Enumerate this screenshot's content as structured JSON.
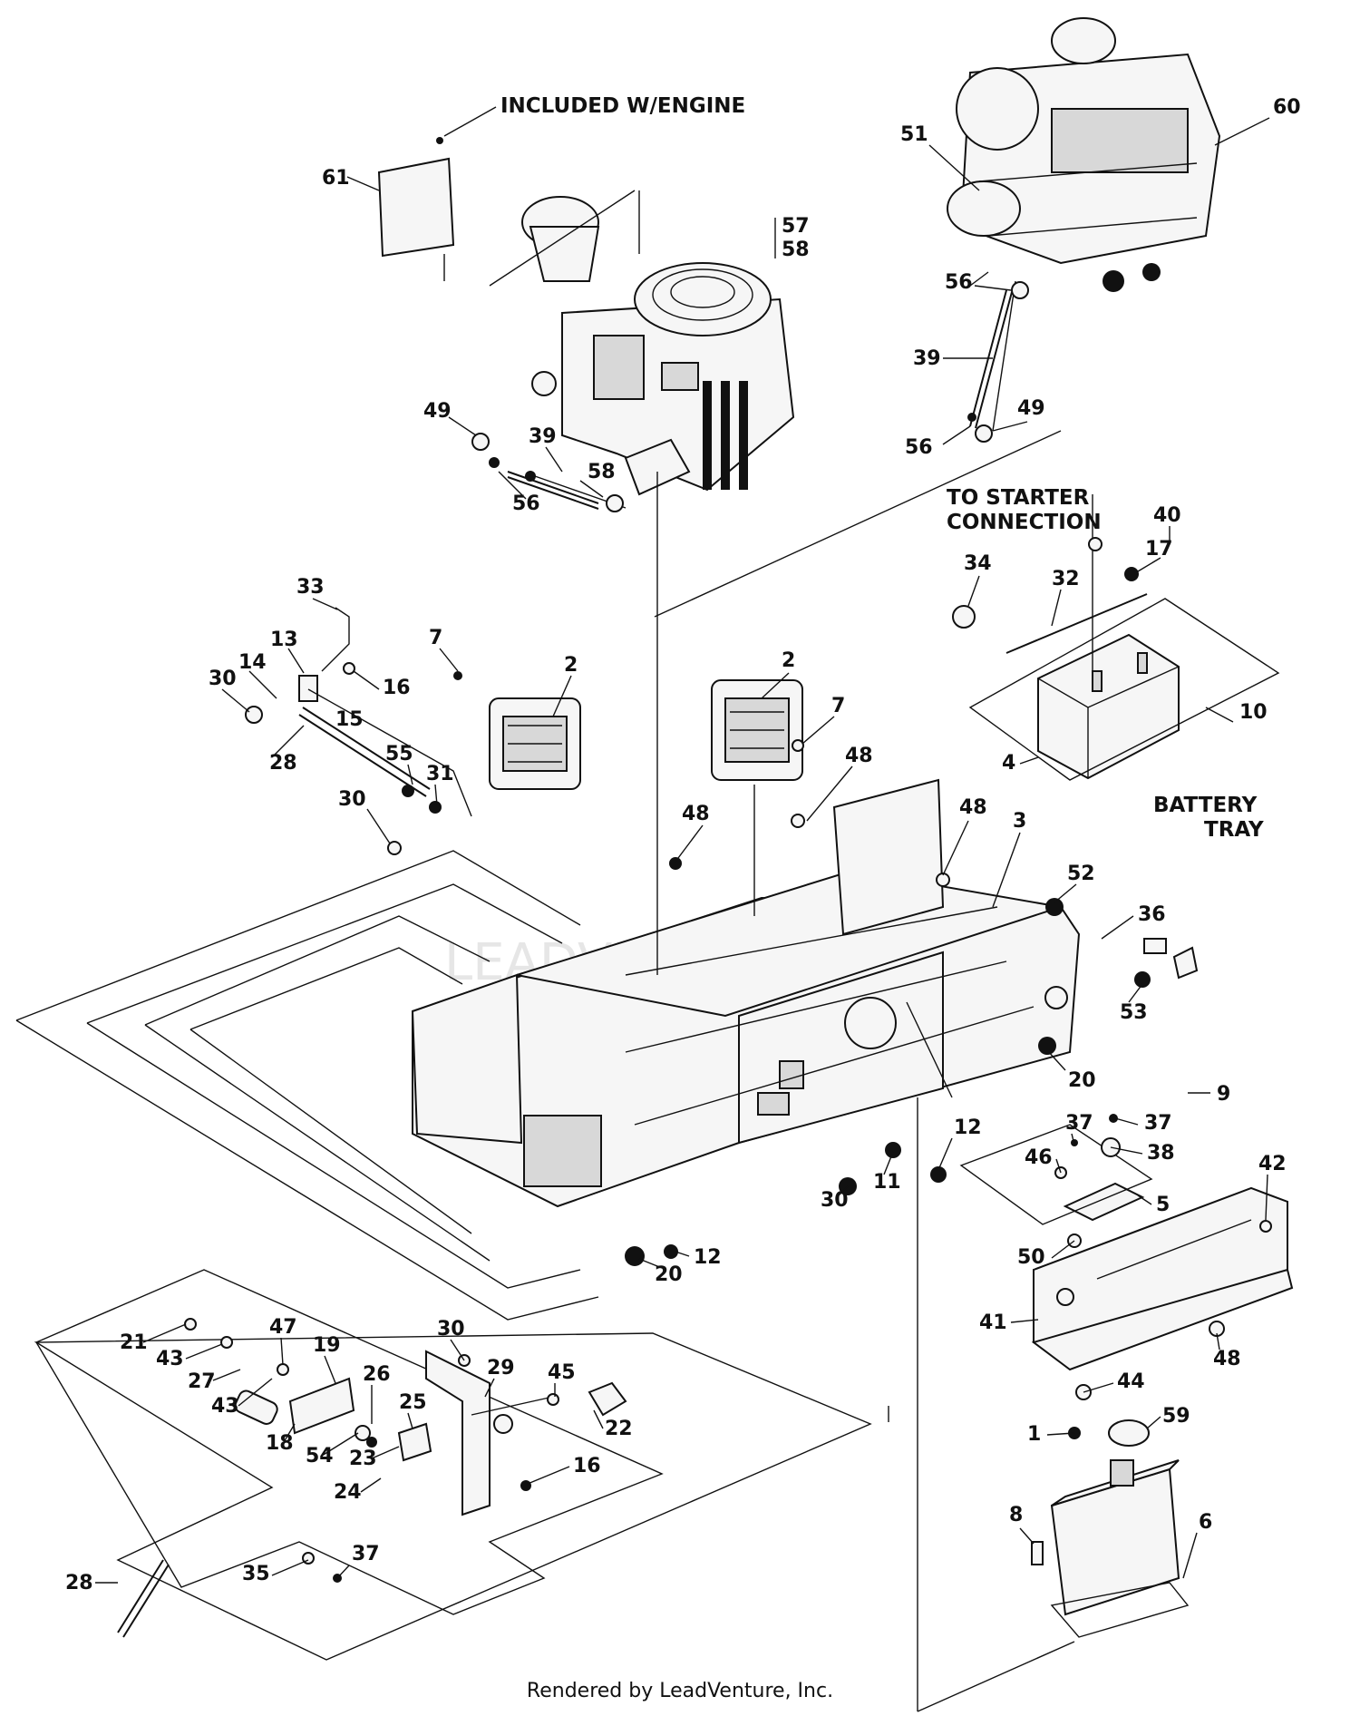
{
  "captions": {
    "included_engine": "INCLUDED W/ENGINE",
    "starter_line1": "TO STARTER",
    "starter_line2": "CONNECTION",
    "battery_line1": "BATTERY",
    "battery_line2": "TRAY"
  },
  "watermark": "LEADVENTURE",
  "footer": "Rendered by LeadVenture, Inc.",
  "callouts": [
    "61",
    "57",
    "58",
    "51",
    "60",
    "56",
    "39",
    "49",
    "56",
    "49",
    "39",
    "58",
    "56",
    "40",
    "17",
    "34",
    "32",
    "33",
    "13",
    "14",
    "16",
    "30",
    "15",
    "28",
    "55",
    "31",
    "30",
    "7",
    "2",
    "2",
    "7",
    "48",
    "10",
    "4",
    "48",
    "48",
    "3",
    "52",
    "36",
    "53",
    "20",
    "9",
    "37",
    "37",
    "46",
    "38",
    "5",
    "42",
    "50",
    "30",
    "11",
    "12",
    "20",
    "12",
    "41",
    "48",
    "44",
    "21",
    "43",
    "47",
    "19",
    "27",
    "43",
    "18",
    "26",
    "54",
    "25",
    "23",
    "24",
    "30",
    "29",
    "45",
    "22",
    "16",
    "59",
    "1",
    "8",
    "6",
    "28",
    "35",
    "37"
  ]
}
